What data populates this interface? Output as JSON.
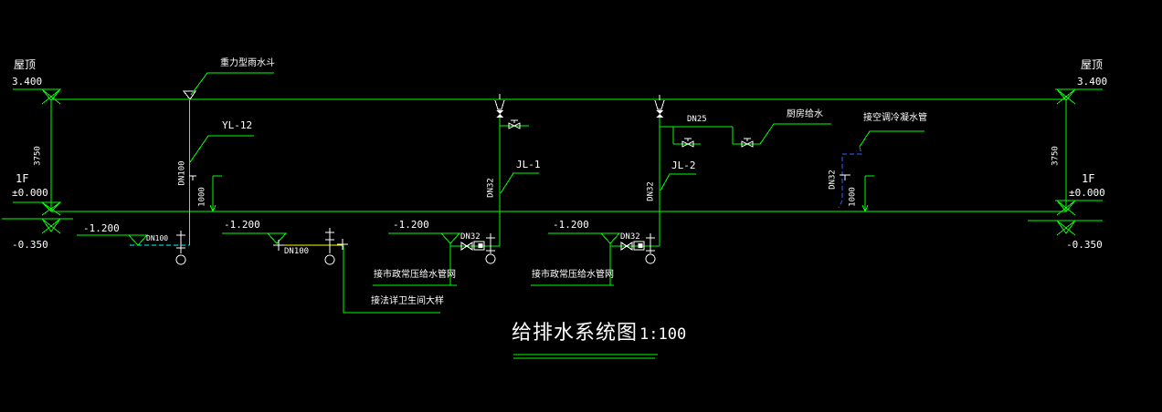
{
  "colors": {
    "background": "#000000",
    "pipe_green": "#00ff00",
    "rain_cyan": "#00ffff",
    "supply_yellow": "#ffff00",
    "condensate_blue": "#3b62ff",
    "symbol_white": "#ffffff"
  },
  "title": {
    "text": "给排水系统图",
    "scale": "1:100"
  },
  "elevation_left": {
    "roof_name": "屋顶",
    "roof_level": "3.400",
    "story_height": "3750",
    "floor_name": "1F",
    "floor_level": "±0.000",
    "below_level": "-0.350"
  },
  "elevation_right": {
    "roof_name": "屋顶",
    "roof_level": "3.400",
    "story_height": "3750",
    "floor_name": "1F",
    "floor_level": "±0.000",
    "below_level": "-0.350"
  },
  "rain": {
    "funnel_label": "重力型雨水斗",
    "riser_id": "YL-12",
    "riser_dn": "DN100",
    "check_height": "1000",
    "buried_dn": "DN100",
    "level": "-1.200"
  },
  "supply": {
    "main_level": "-1.200",
    "main_dn": "DN100",
    "toilet_note": "接法详卫生间大样",
    "jl1": {
      "id": "JL-1",
      "riser_dn": "DN32",
      "meter_dn": "DN32",
      "level": "-1.200",
      "source_note": "接市政常压给水管网"
    },
    "jl2": {
      "id": "JL-2",
      "riser_dn": "DN32",
      "meter_dn": "DN32",
      "level": "-1.200",
      "source_note": "接市政常压给水管网"
    },
    "kitchen": {
      "branch_dn": "DN25",
      "label": "厨房给水"
    }
  },
  "condensate": {
    "label": "接空调冷凝水管",
    "dn": "DN32",
    "outlet_height": "1000"
  }
}
